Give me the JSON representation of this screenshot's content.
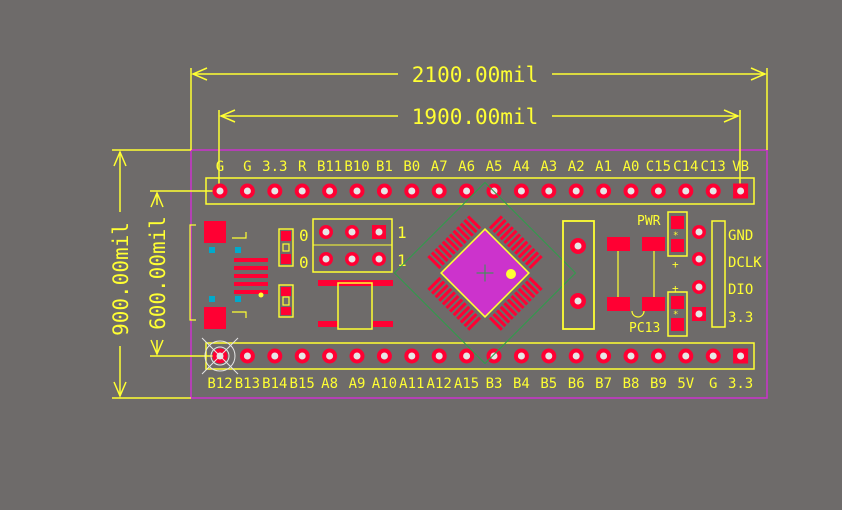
{
  "dimensions": {
    "outer_width": "2100.00mil",
    "inner_width": "1900.00mil",
    "outer_height": "900.00mil",
    "inner_height": "600.00mil"
  },
  "top_header_labels": [
    "G",
    "G",
    "3.3",
    "R",
    "B11",
    "B10",
    "B1",
    "B0",
    "A7",
    "A6",
    "A5",
    "A4",
    "A3",
    "A2",
    "A1",
    "A0",
    "C15",
    "C14",
    "C13",
    "VB"
  ],
  "bottom_header_labels": [
    "B12",
    "B13",
    "B14",
    "B15",
    "A8",
    "A9",
    "A10",
    "A11",
    "A12",
    "A15",
    "B3",
    "B4",
    "B5",
    "B6",
    "B7",
    "B8",
    "B9",
    "5V",
    "G",
    "3.3"
  ],
  "jumper_labels": {
    "left_top": "0",
    "left_bottom": "0",
    "right_top": "1",
    "right_bottom": "1"
  },
  "swd_labels": [
    "GND",
    "DCLK",
    "DIO",
    "3.3"
  ],
  "led_labels": {
    "power": "PWR",
    "user": "PC13"
  },
  "colors": {
    "background": "#6e6b6a",
    "silkscreen": "#ffff33",
    "board_outline": "#cc33cc",
    "pad": "#ff0033",
    "drill": "#e6e6e6",
    "via": "#00aacc"
  }
}
